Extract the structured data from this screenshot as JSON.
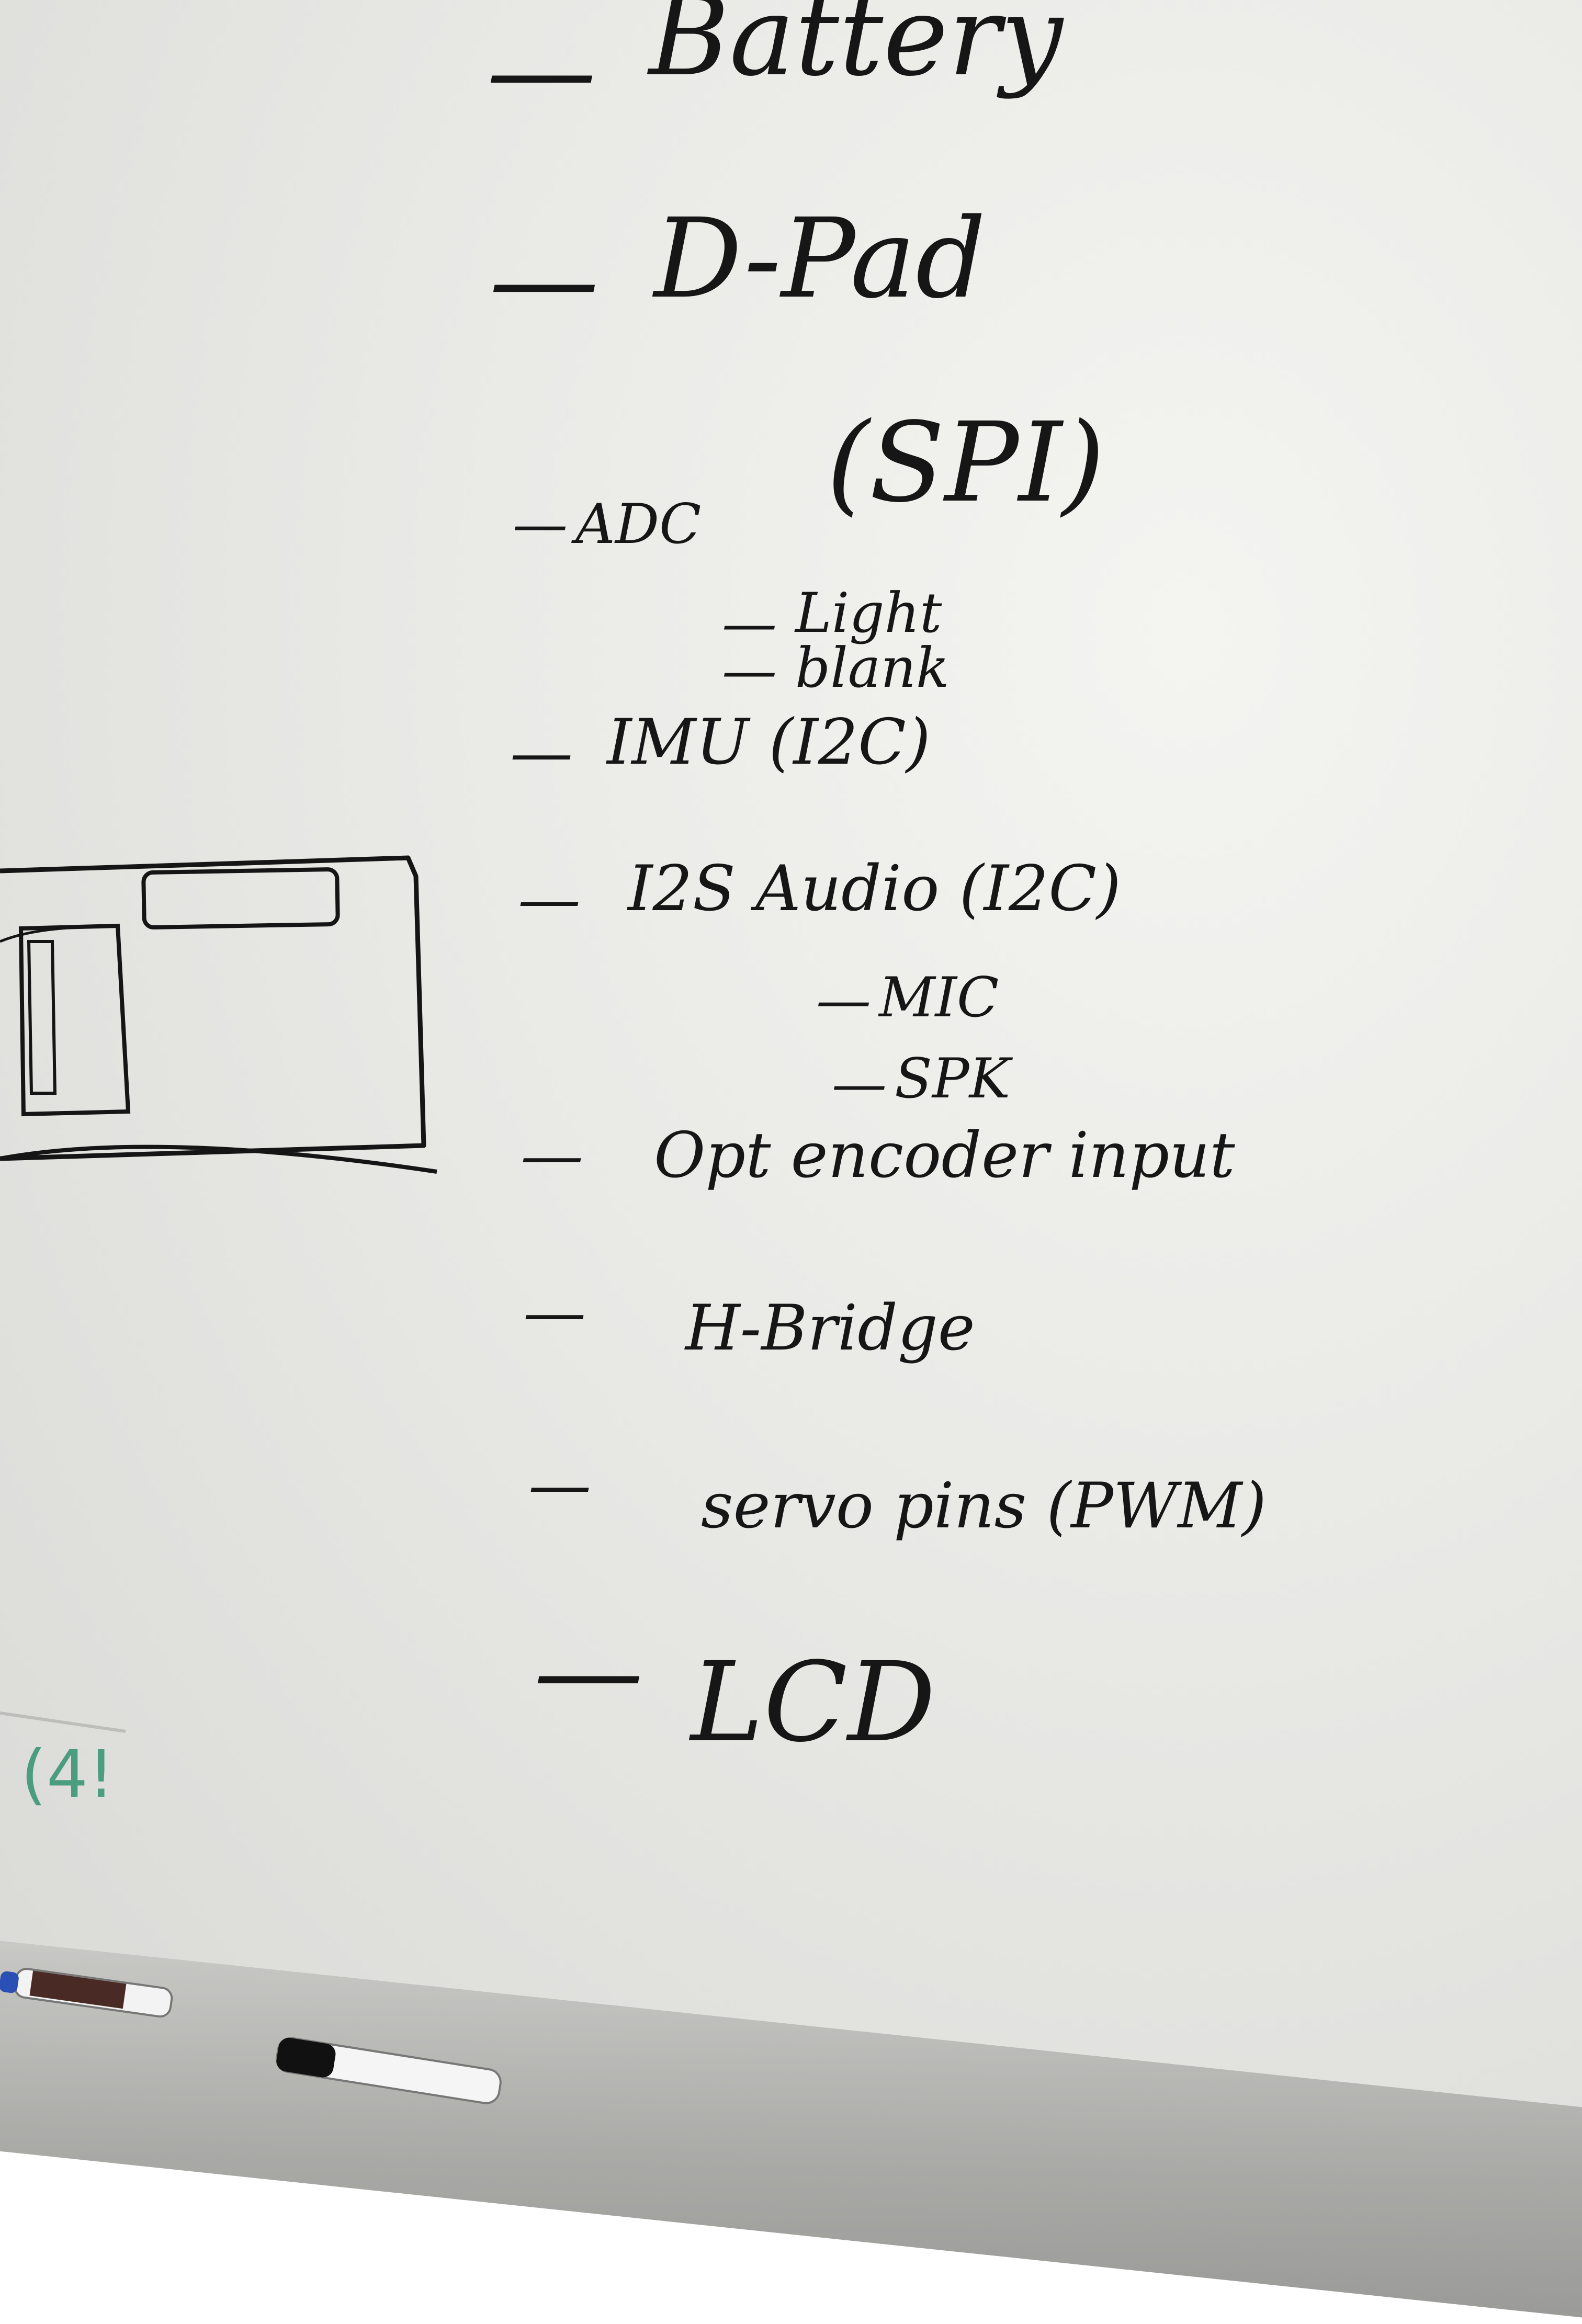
{
  "whiteboard": {
    "items": [
      {
        "dash": "—",
        "text": "Battery"
      },
      {
        "dash": "—",
        "text": "D-Pad"
      },
      {
        "dash": "—",
        "text": "ADC"
      },
      {
        "dash": "",
        "text": "(SPI)"
      },
      {
        "dash": "—",
        "text": "Light"
      },
      {
        "dash": "—",
        "text": "blank"
      },
      {
        "dash": "—",
        "text": "IMU (I2C)"
      },
      {
        "dash": "—",
        "text": "I2S Audio (I2C)"
      },
      {
        "dash": "—",
        "text": "MIC"
      },
      {
        "dash": "—",
        "text": "SPK"
      },
      {
        "dash": "—",
        "text": "Opt encoder input"
      },
      {
        "dash": "—",
        "text": "H-Bridge"
      },
      {
        "dash": "—",
        "text": "servo pins (PWM)"
      },
      {
        "dash": "—",
        "text": "LCD"
      }
    ],
    "corner_note": "(4!"
  },
  "colors": {
    "ink": "#161616",
    "board": "#ececea",
    "green_ink": "#4a9d7f"
  },
  "icons": [
    "device-sketch-icon",
    "marker-icon"
  ]
}
